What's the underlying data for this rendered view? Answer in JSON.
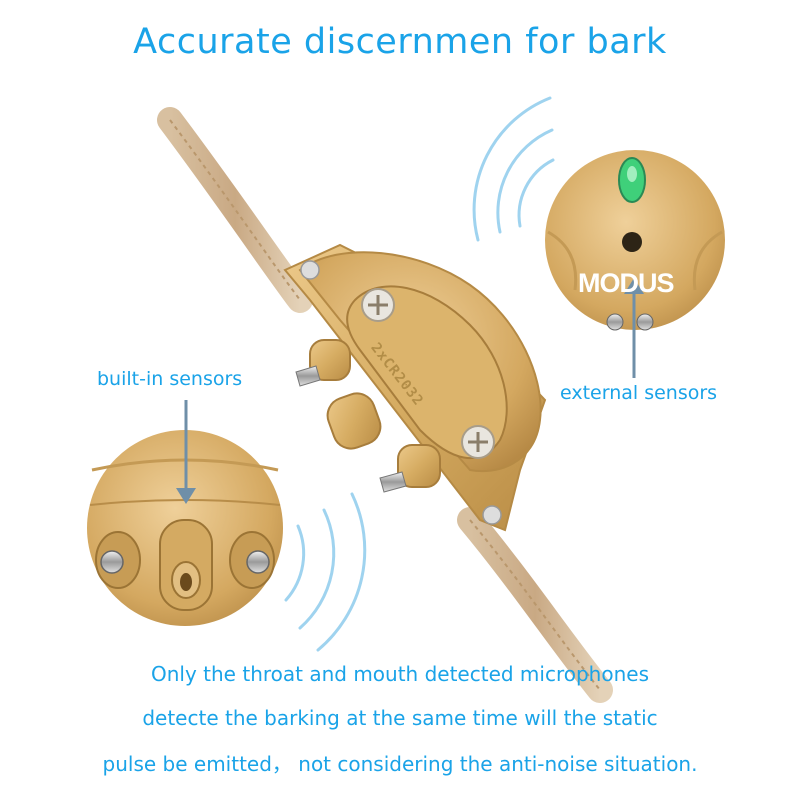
{
  "title": "Accurate discernmen for bark",
  "labels": {
    "builtin": "built-in sensors",
    "external": "external sensors"
  },
  "device": {
    "brand_mark": "MODUS",
    "model_marking": "2xCR2032"
  },
  "caption": {
    "line1": "Only the throat and mouth detected microphones",
    "line2": "detecte the barking at the same time will the static",
    "line3": "pulse be emitted， not considering the anti-noise situation."
  },
  "colors": {
    "text_blue": "#1aa3e8",
    "device_gold": "#d9b26a",
    "wave_blue": "#9fd3ef",
    "indicator_green": "#3fd07a"
  }
}
